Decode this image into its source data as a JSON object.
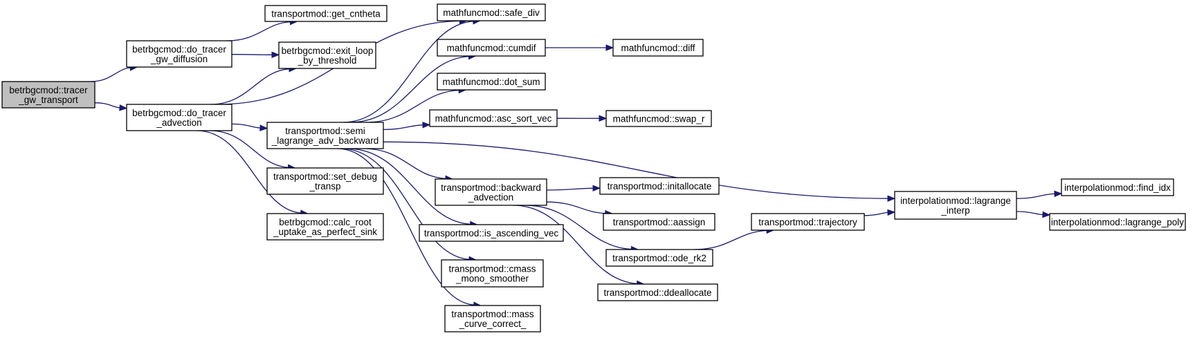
{
  "graph": {
    "edge_color": "#191970",
    "root_fill": "#bfbfbf",
    "nodes": [
      {
        "id": "root",
        "lines": [
          "betrbgcmod::tracer",
          "_gw_transport"
        ],
        "root": true
      },
      {
        "id": "dgw",
        "lines": [
          "betrbgcmod::do_tracer",
          "_gw_diffusion"
        ]
      },
      {
        "id": "dadv",
        "lines": [
          "betrbgcmod::do_tracer",
          "_advection"
        ]
      },
      {
        "id": "getc",
        "lines": [
          "transportmod::get_cntheta"
        ]
      },
      {
        "id": "exitl",
        "lines": [
          "betrbgcmod::exit_loop",
          "_by_threshold"
        ]
      },
      {
        "id": "semi",
        "lines": [
          "transportmod::semi",
          "_lagrange_adv_backward"
        ]
      },
      {
        "id": "setd",
        "lines": [
          "transportmod::set_debug",
          "_transp"
        ]
      },
      {
        "id": "calc",
        "lines": [
          "betrbgcmod::calc_root",
          "_uptake_as_perfect_sink"
        ]
      },
      {
        "id": "safe",
        "lines": [
          "mathfuncmod::safe_div"
        ]
      },
      {
        "id": "cumd",
        "lines": [
          "mathfuncmod::cumdif"
        ]
      },
      {
        "id": "diff",
        "lines": [
          "mathfuncmod::diff"
        ]
      },
      {
        "id": "dots",
        "lines": [
          "mathfuncmod::dot_sum"
        ]
      },
      {
        "id": "asc",
        "lines": [
          "mathfuncmod::asc_sort_vec"
        ]
      },
      {
        "id": "swap",
        "lines": [
          "mathfuncmod::swap_r"
        ]
      },
      {
        "id": "back",
        "lines": [
          "transportmod::backward",
          "_advection"
        ]
      },
      {
        "id": "isasc",
        "lines": [
          "transportmod::is_ascending_vec"
        ]
      },
      {
        "id": "cmass",
        "lines": [
          "transportmod::cmass",
          "_mono_smoother"
        ]
      },
      {
        "id": "mass",
        "lines": [
          "transportmod::mass",
          "_curve_correct_"
        ]
      },
      {
        "id": "inita",
        "lines": [
          "transportmod::initallocate"
        ]
      },
      {
        "id": "aass",
        "lines": [
          "transportmod::aassign"
        ]
      },
      {
        "id": "ode",
        "lines": [
          "transportmod::ode_rk2"
        ]
      },
      {
        "id": "ddea",
        "lines": [
          "transportmod::ddeallocate"
        ]
      },
      {
        "id": "traj",
        "lines": [
          "transportmod::trajectory"
        ]
      },
      {
        "id": "lagi",
        "lines": [
          "interpolationmod::lagrange",
          "_interp"
        ]
      },
      {
        "id": "findi",
        "lines": [
          "interpolationmod::find_idx"
        ]
      },
      {
        "id": "lagp",
        "lines": [
          "interpolationmod::lagrange_poly"
        ]
      }
    ],
    "edges": [
      [
        "root",
        "dgw"
      ],
      [
        "root",
        "dadv"
      ],
      [
        "dgw",
        "getc"
      ],
      [
        "dgw",
        "exitl"
      ],
      [
        "dadv",
        "exitl"
      ],
      [
        "dadv",
        "safe"
      ],
      [
        "dadv",
        "semi"
      ],
      [
        "dadv",
        "setd"
      ],
      [
        "dadv",
        "calc"
      ],
      [
        "semi",
        "safe"
      ],
      [
        "semi",
        "cumd"
      ],
      [
        "semi",
        "dots"
      ],
      [
        "semi",
        "asc"
      ],
      [
        "semi",
        "back"
      ],
      [
        "semi",
        "isasc"
      ],
      [
        "semi",
        "cmass"
      ],
      [
        "semi",
        "mass"
      ],
      [
        "semi",
        "lagi"
      ],
      [
        "cumd",
        "diff"
      ],
      [
        "asc",
        "swap"
      ],
      [
        "back",
        "inita"
      ],
      [
        "back",
        "aass"
      ],
      [
        "back",
        "ode"
      ],
      [
        "back",
        "ddea"
      ],
      [
        "ode",
        "traj"
      ],
      [
        "traj",
        "lagi"
      ],
      [
        "lagi",
        "findi"
      ],
      [
        "lagi",
        "lagp"
      ]
    ]
  }
}
